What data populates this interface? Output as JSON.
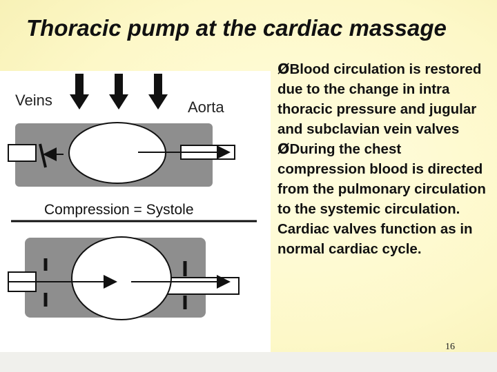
{
  "slide": {
    "title": "Thoracic pump at the cardiac massage",
    "page_number": "16"
  },
  "diagram": {
    "veins_label": "Veins",
    "aorta_label": "Aorta",
    "compression_label": "Compression = Systole"
  },
  "bullets": [
    {
      "marker": "Ø",
      "text": "Blood circulation is restored due to the change in intra thoracic pressure and jugular and subclavian vein valves"
    },
    {
      "marker": "Ø",
      "text": "During the chest compression blood is directed from the pulmonary circulation to the systemic circulation. Cardiac valves function as in normal cardiac cycle."
    }
  ],
  "colors": {
    "background": "#fdf8c8",
    "chamber_gray": "#8e8e8e",
    "text": "#111111"
  }
}
